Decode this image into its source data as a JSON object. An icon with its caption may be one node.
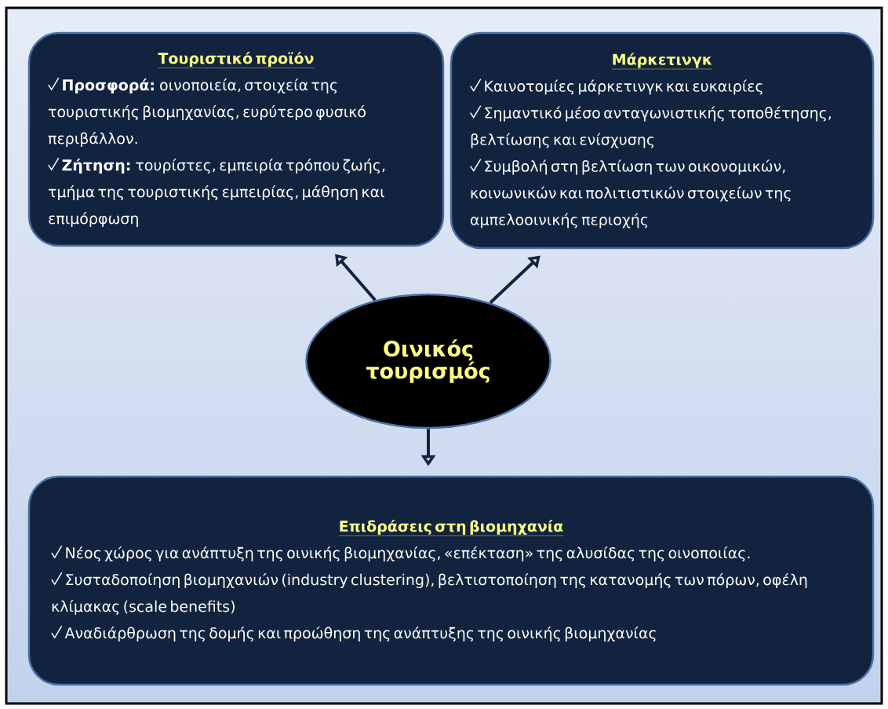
{
  "diagram": {
    "nodes": [
      {
        "text": [
          "Τουριστικό προϊόν",
          "**Προσφορά:** οινοποιεία, στοιχεία της τουριστικής βιομηχανίας, ευρύτερο φυσικό περιβάλλον.",
          "**Ζήτηση:** τουρίστες, εμπειρία τρόπου ζωής, τμήμα της τουριστικής εμπειρίας, μάθηση και επιμόρφωση"
        ]
      },
      {
        "text": [
          "Μάρκετινγκ",
          "Καινοτομίες μάρκετινγκ και ευκαιρίες",
          "Σημαντικό μέσο ανταγωνιστικής τοποθέτησης, βελτίωσης και ενίσχυσης",
          "Συμβολή στη βελτίωση των οικονομικών, κοινωνικών και πολιτιστικών στοιχείων της αμπελοοινικής περιοχής"
        ]
      },
      {
        "text": [
          "Οινικός τουρισμός"
        ]
      },
      {
        "text": [
          "Επιδράσεις στη βιομηχανία",
          "Νέος χώρος για ανάπτυξη της οινικής βιομηχανίας, «επέκταση» της αλυσίδας της οινοποιίας.",
          "Συσταδοποίηση βιομηχανιών (industry clustering), βελτιστοποίηση της κατανομής των πόρων, οφέλη κλίμακας (scale benefits)",
          "Αναδιάρθρωση της δομής και προώθηση της ανάπτυξης της οινικής βιομηχανίας"
        ]
      }
    ],
    "edges": [
      {
        "from": 2,
        "to": 0,
        "arrow": "to"
      },
      {
        "from": 2,
        "to": 1,
        "arrow": "to"
      },
      {
        "from": 2,
        "to": 3,
        "arrow": "to"
      }
    ]
  }
}
